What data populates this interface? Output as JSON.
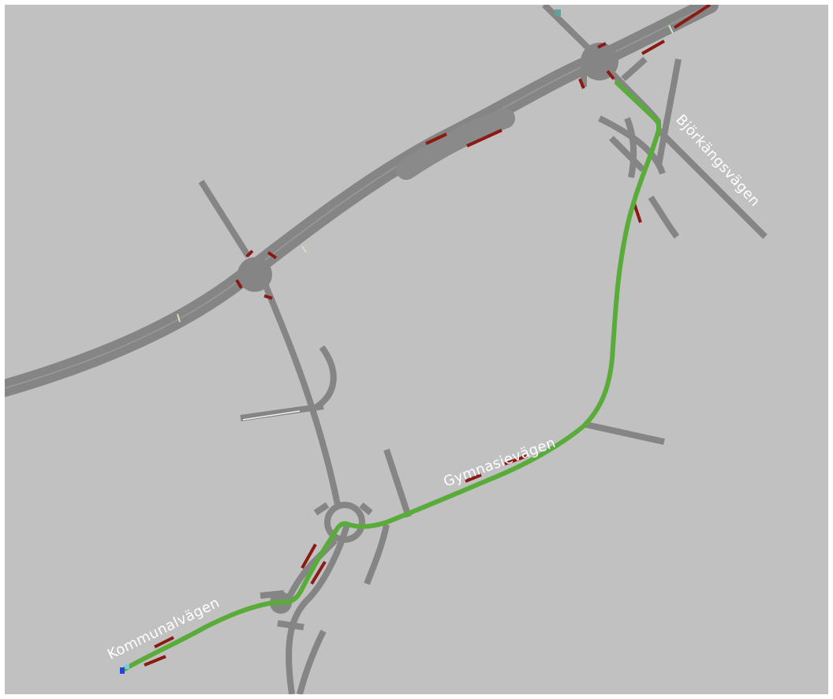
{
  "map": {
    "colors": {
      "background": "#c1c1c1",
      "road": "#858585",
      "road_edge": "#7a7a7a",
      "route": "#5aac3a",
      "label": "#ffffff",
      "signal_red": "#8b1a12",
      "marker_blue": "#2244dd"
    },
    "street_labels": {
      "kommunalvagen": "Kommunalvägen",
      "gymnasievagen": "Gymnasievägen",
      "bjorkangsvagen": "Björkängsvägen"
    }
  }
}
